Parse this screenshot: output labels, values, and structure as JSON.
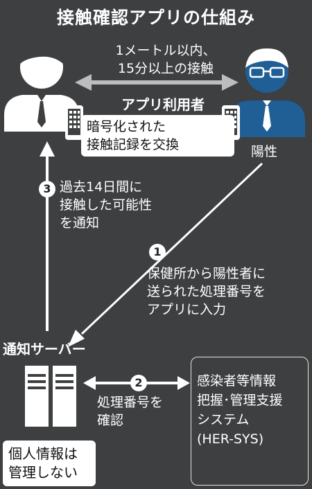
{
  "title": "接触確認アプリの仕組み",
  "contact_condition": "1メートル以内、\n15分以上の接触",
  "app_user_label": "アプリ利用者",
  "exchange_label": "暗号化された\n接触記録を交換",
  "positive_label": "陽性",
  "step1": {
    "number": "1",
    "text": "保健所から陽性者に\n送られた処理番号を\nアプリに入力"
  },
  "step2": {
    "number": "2",
    "text": "処理番号を\n確認"
  },
  "step3": {
    "number": "3",
    "text": "過去14日間に\n接触した可能性\nを通知"
  },
  "server_label": "通知サーバー",
  "privacy_label": "個人情報は\n管理しない",
  "hersys_label": "感染者等情報\n把握･管理支援\nシステム\n(HER-SYS)",
  "colors": {
    "background": "#3d3f40",
    "arrow_gray": "#bdbdbd",
    "positive_blue": "#1f5f96",
    "white": "#ffffff"
  }
}
